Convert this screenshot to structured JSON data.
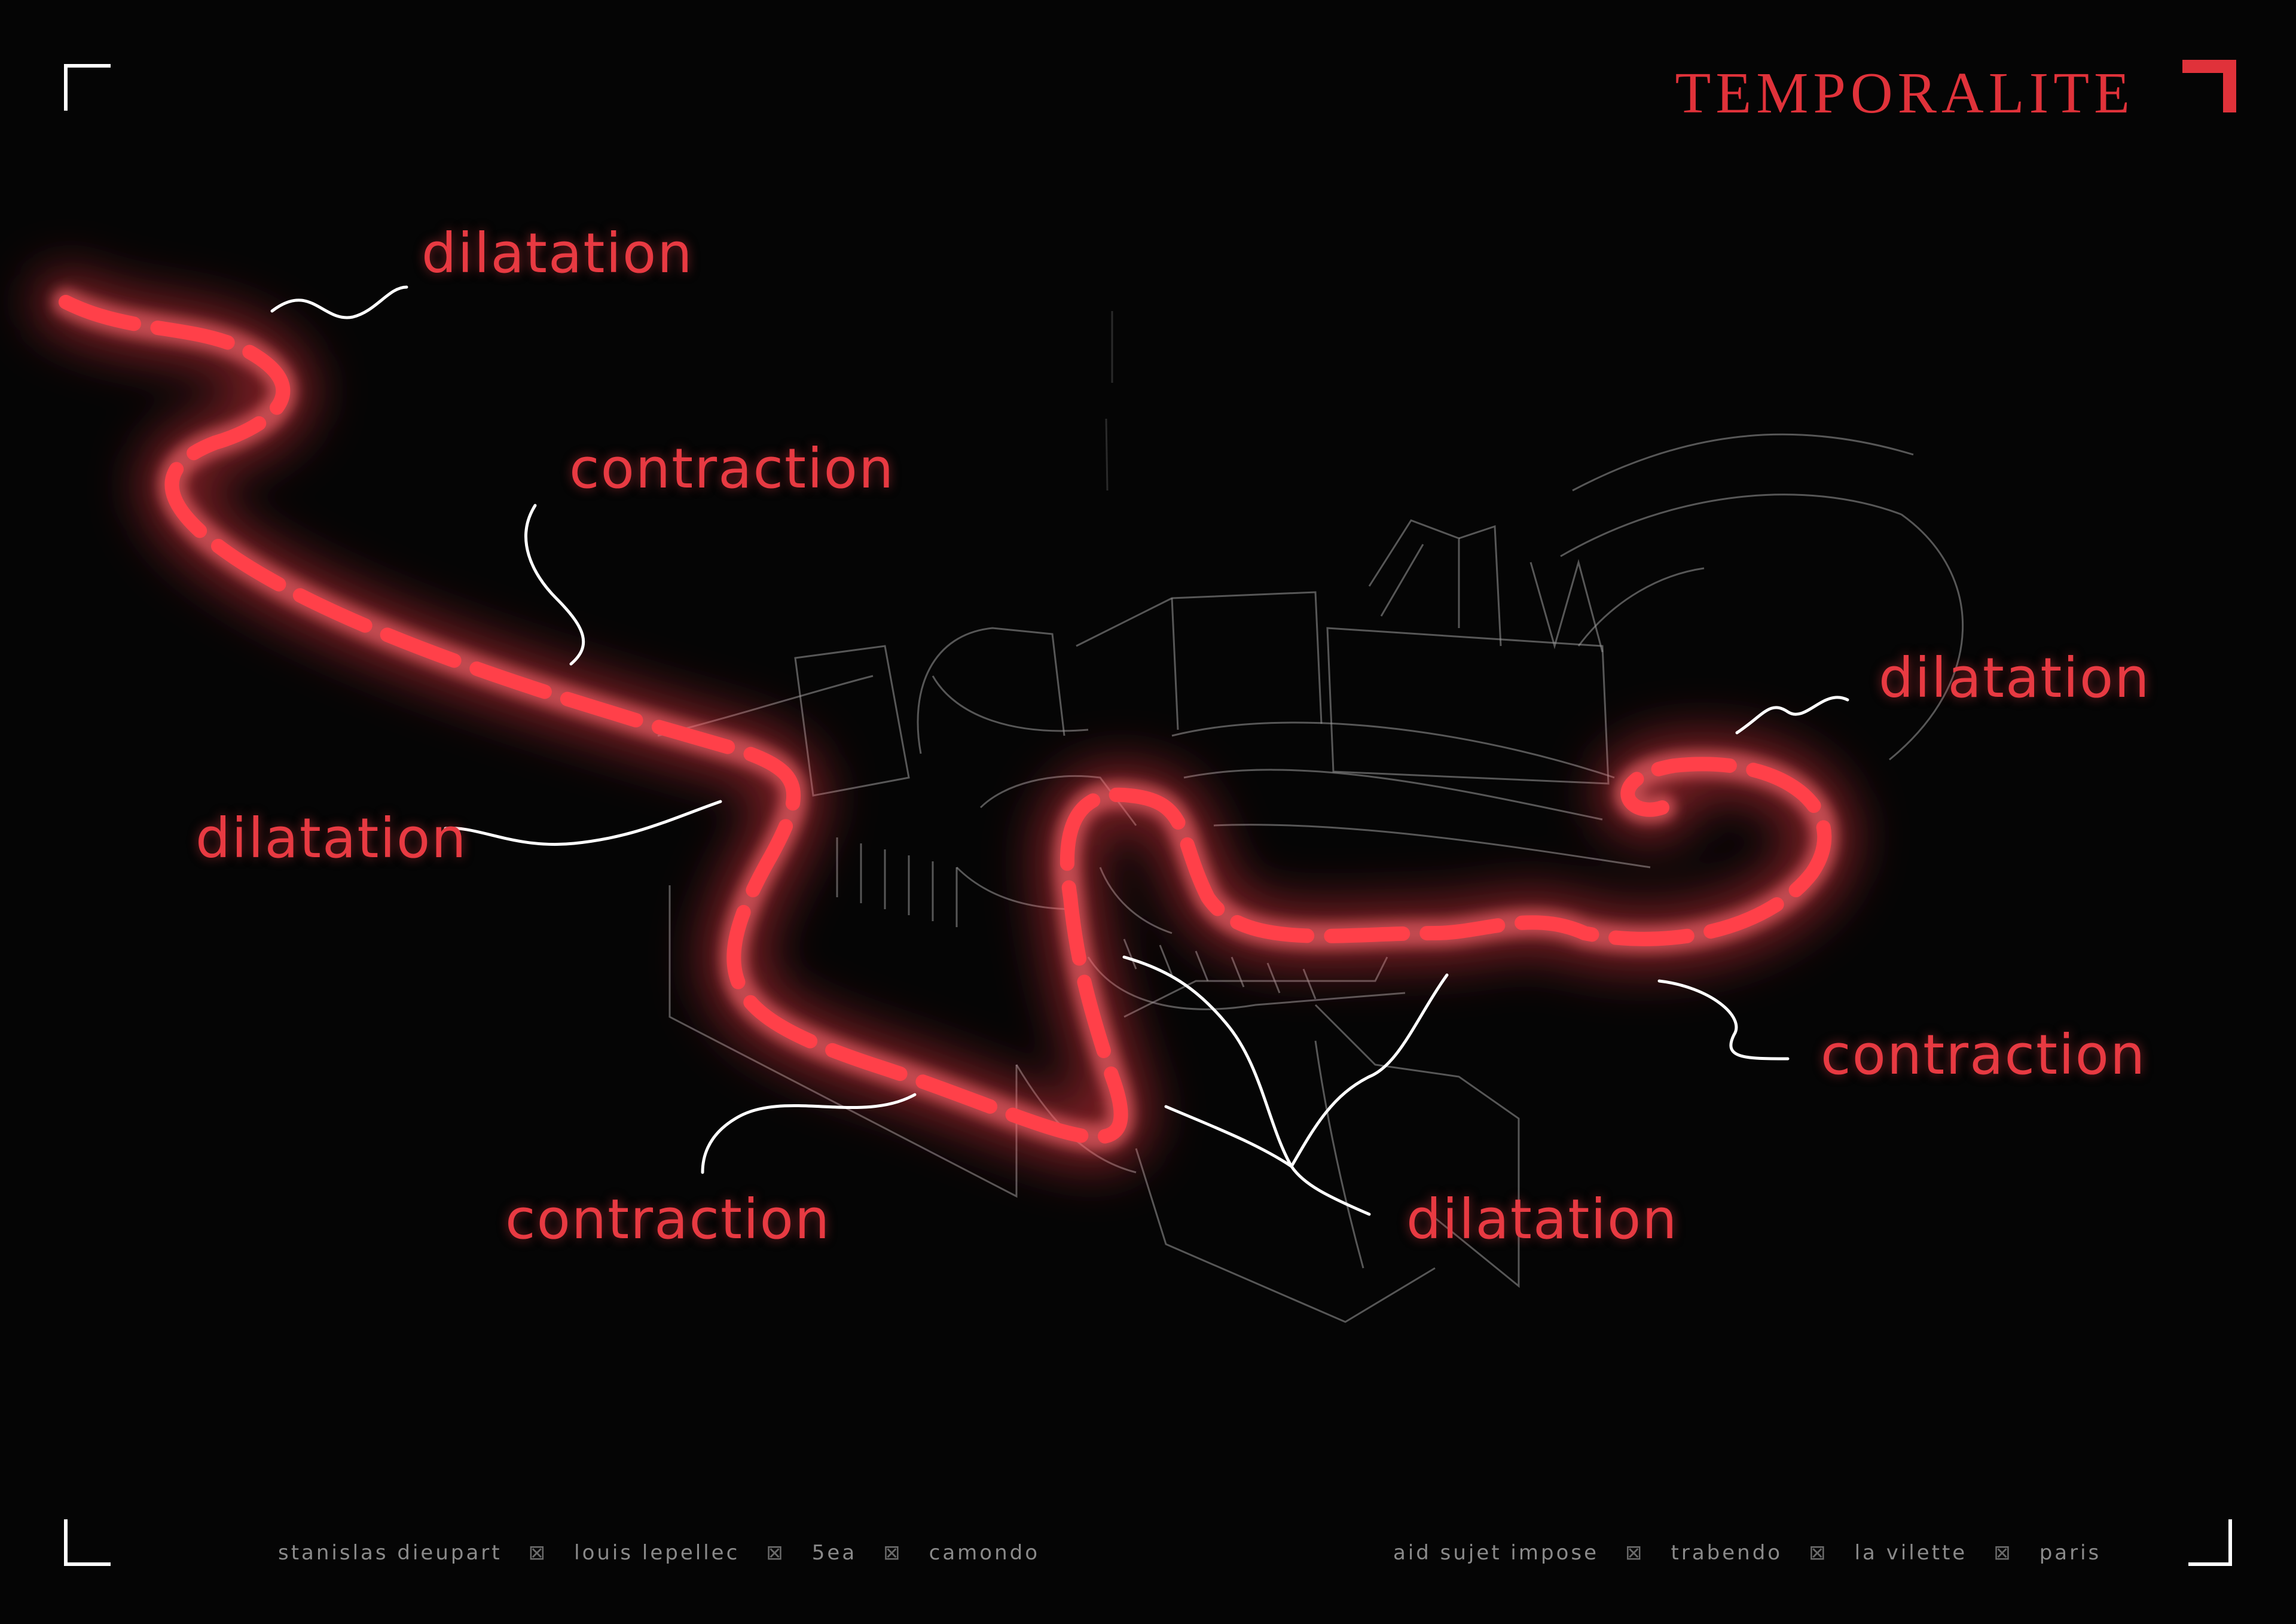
{
  "header": {
    "title": "TEMPORALITE"
  },
  "labels": {
    "dilatation_top": "dilatation",
    "contraction_upper": "contraction",
    "dilatation_left": "dilatation",
    "dilatation_right": "dilatation",
    "contraction_right": "contraction",
    "contraction_bottom": "contraction",
    "dilatation_bottom": "dilatation"
  },
  "footer": {
    "left": [
      "stanislas dieupart",
      "louis lepellec",
      "5ea",
      "camondo"
    ],
    "right": [
      "aid sujet impose",
      "trabendo",
      "la vilette",
      "paris"
    ],
    "separator": "⊠"
  },
  "colors": {
    "accent": "#e0323a",
    "background": "#050505",
    "outline": "#ffffff"
  }
}
